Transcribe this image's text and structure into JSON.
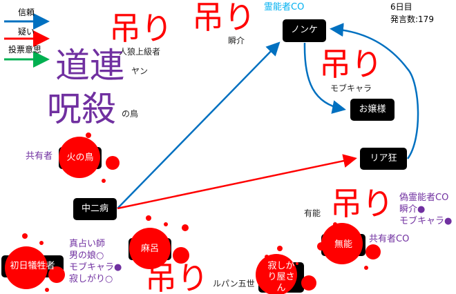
{
  "legend": {
    "trust": "信頼",
    "doubt": "疑い",
    "vote": "投票意思"
  },
  "colors": {
    "trust": "#0070c0",
    "doubt": "#ff0000",
    "vote": "#00b050",
    "purple": "#7030a0",
    "blood": "#ff0000",
    "medium": "#00b0f0"
  },
  "status": {
    "day": "6日目",
    "remarks": "発言数:179"
  },
  "nodes": {
    "nonke": "ノンケ",
    "ojousama": "お嬢様",
    "riakyou": "リア狂",
    "chuunibyou": "中二病",
    "hinotori": "火の鳥",
    "maro": "麻呂",
    "shonichi": "初日犠牲者",
    "munou": "無能",
    "sabishigari": "寂しがり屋さん"
  },
  "ghosts": {
    "jinrou": "人狼上級者",
    "yan": "ヤン",
    "notori": "の鳥",
    "shunsuke": "瞬介",
    "mob": "モブキャラ",
    "yuunou": "有能",
    "lupin": "ルパン五世"
  },
  "annotations": {
    "medium_co": "霊能者CO",
    "hinotori_role": "共有者",
    "maro_notes": [
      "真占い師",
      "男の娘○",
      "モブキャラ●",
      "寂しがり○"
    ],
    "fake_medium": [
      "偽霊能者CO",
      "瞬介●",
      "モブキャラ●"
    ],
    "munou_role": "共有者CO"
  },
  "overlays": {
    "hang": "吊り",
    "michizure": "道連",
    "jusatsu": "呪殺"
  }
}
